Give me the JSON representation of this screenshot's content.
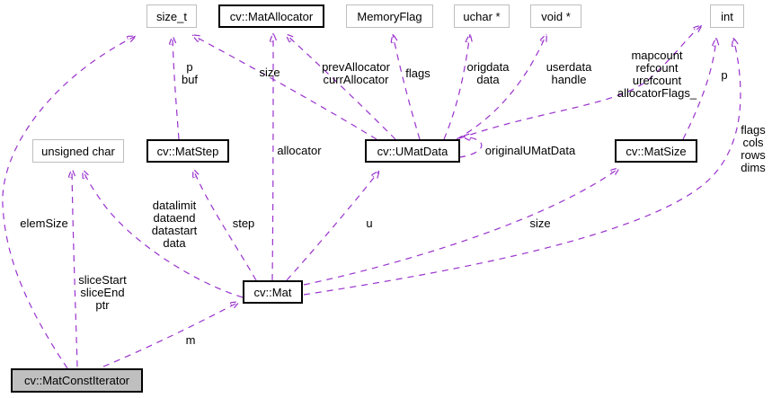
{
  "diagram": {
    "kind": "collaboration-graph",
    "colors": {
      "edge": "#9a32cd",
      "plain_node_border": "#bebebe",
      "linked_node_border": "#000000",
      "current_node_fill": "#bfbfbf",
      "background": "#ffffff"
    },
    "nodes": [
      {
        "id": "size_t",
        "label": "size_t",
        "linked": false
      },
      {
        "id": "matallocator",
        "label": "cv::MatAllocator",
        "linked": true
      },
      {
        "id": "memoryflag",
        "label": "MemoryFlag",
        "linked": false
      },
      {
        "id": "uchar_ptr",
        "label": "uchar *",
        "linked": false
      },
      {
        "id": "void_ptr",
        "label": "void *",
        "linked": false
      },
      {
        "id": "int",
        "label": "int",
        "linked": false
      },
      {
        "id": "unsigned_char",
        "label": "unsigned char",
        "linked": false
      },
      {
        "id": "matstep",
        "label": "cv::MatStep",
        "linked": true
      },
      {
        "id": "umatdata",
        "label": "cv::UMatData",
        "linked": true
      },
      {
        "id": "matsize",
        "label": "cv::MatSize",
        "linked": true
      },
      {
        "id": "mat",
        "label": "cv::Mat",
        "linked": true
      },
      {
        "id": "matconstiterator",
        "label": "cv::MatConstIterator",
        "linked": false,
        "current": true
      }
    ],
    "edges": [
      {
        "from": "cv::MatConstIterator",
        "to": "size_t",
        "label": "elemSize"
      },
      {
        "from": "cv::MatConstIterator",
        "to": "unsigned char",
        "label": "sliceStart\nsliceEnd\nptr"
      },
      {
        "from": "cv::MatConstIterator",
        "to": "cv::Mat",
        "label": "m"
      },
      {
        "from": "cv::Mat",
        "to": "unsigned char",
        "label": "datalimit\ndataend\ndatastart\ndata"
      },
      {
        "from": "cv::Mat",
        "to": "cv::MatStep",
        "label": "step"
      },
      {
        "from": "cv::MatStep",
        "to": "size_t",
        "label": "p\nbuf"
      },
      {
        "from": "cv::UMatData",
        "to": "size_t",
        "label": "size"
      },
      {
        "from": "cv::Mat",
        "to": "cv::MatAllocator",
        "label": "allocator"
      },
      {
        "from": "cv::UMatData",
        "to": "cv::MatAllocator",
        "label": "prevAllocator\ncurrAllocator"
      },
      {
        "from": "cv::UMatData",
        "to": "MemoryFlag",
        "label": "flags"
      },
      {
        "from": "cv::UMatData",
        "to": "uchar *",
        "label": "origdata\ndata"
      },
      {
        "from": "cv::UMatData",
        "to": "void *",
        "label": "userdata\nhandle"
      },
      {
        "from": "cv::UMatData",
        "to": "int",
        "label": "mapcount\nrefcount\nurefcount\nallocatorFlags_"
      },
      {
        "from": "cv::MatSize",
        "to": "int",
        "label": "p"
      },
      {
        "from": "cv::Mat",
        "to": "int",
        "label": "flags\ncols\nrows\ndims"
      },
      {
        "from": "cv::Mat",
        "to": "cv::UMatData",
        "label": "u"
      },
      {
        "from": "cv::Mat",
        "to": "cv::MatSize",
        "label": "size"
      },
      {
        "from": "cv::UMatData",
        "to": "cv::UMatData",
        "label": "originalUMatData"
      }
    ]
  }
}
